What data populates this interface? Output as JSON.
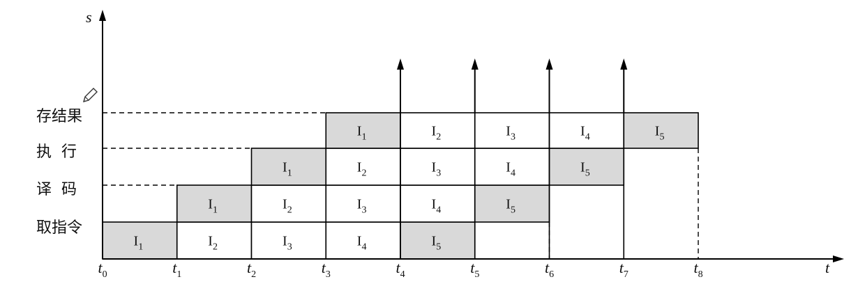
{
  "axes": {
    "y_label": "s",
    "x_label": "t"
  },
  "stages": [
    "取指令",
    "译  码",
    "执  行",
    "存结果"
  ],
  "instructions": [
    {
      "base": "I",
      "sub": "1"
    },
    {
      "base": "I",
      "sub": "2"
    },
    {
      "base": "I",
      "sub": "3"
    },
    {
      "base": "I",
      "sub": "4"
    },
    {
      "base": "I",
      "sub": "5"
    }
  ],
  "time_ticks": [
    {
      "base": "t",
      "sub": "0"
    },
    {
      "base": "t",
      "sub": "1"
    },
    {
      "base": "t",
      "sub": "2"
    },
    {
      "base": "t",
      "sub": "3"
    },
    {
      "base": "t",
      "sub": "4"
    },
    {
      "base": "t",
      "sub": "5"
    },
    {
      "base": "t",
      "sub": "6"
    },
    {
      "base": "t",
      "sub": "7"
    },
    {
      "base": "t",
      "sub": "8"
    }
  ],
  "pipeline": {
    "stage_start_slot": [
      0,
      1,
      2,
      3
    ],
    "slots_per_stage": 5,
    "highlight_color": "#d9d9d9",
    "completion_arrow_ticks": [
      4,
      5,
      6,
      7
    ]
  },
  "icons": {
    "annotation": "pencil-icon"
  }
}
